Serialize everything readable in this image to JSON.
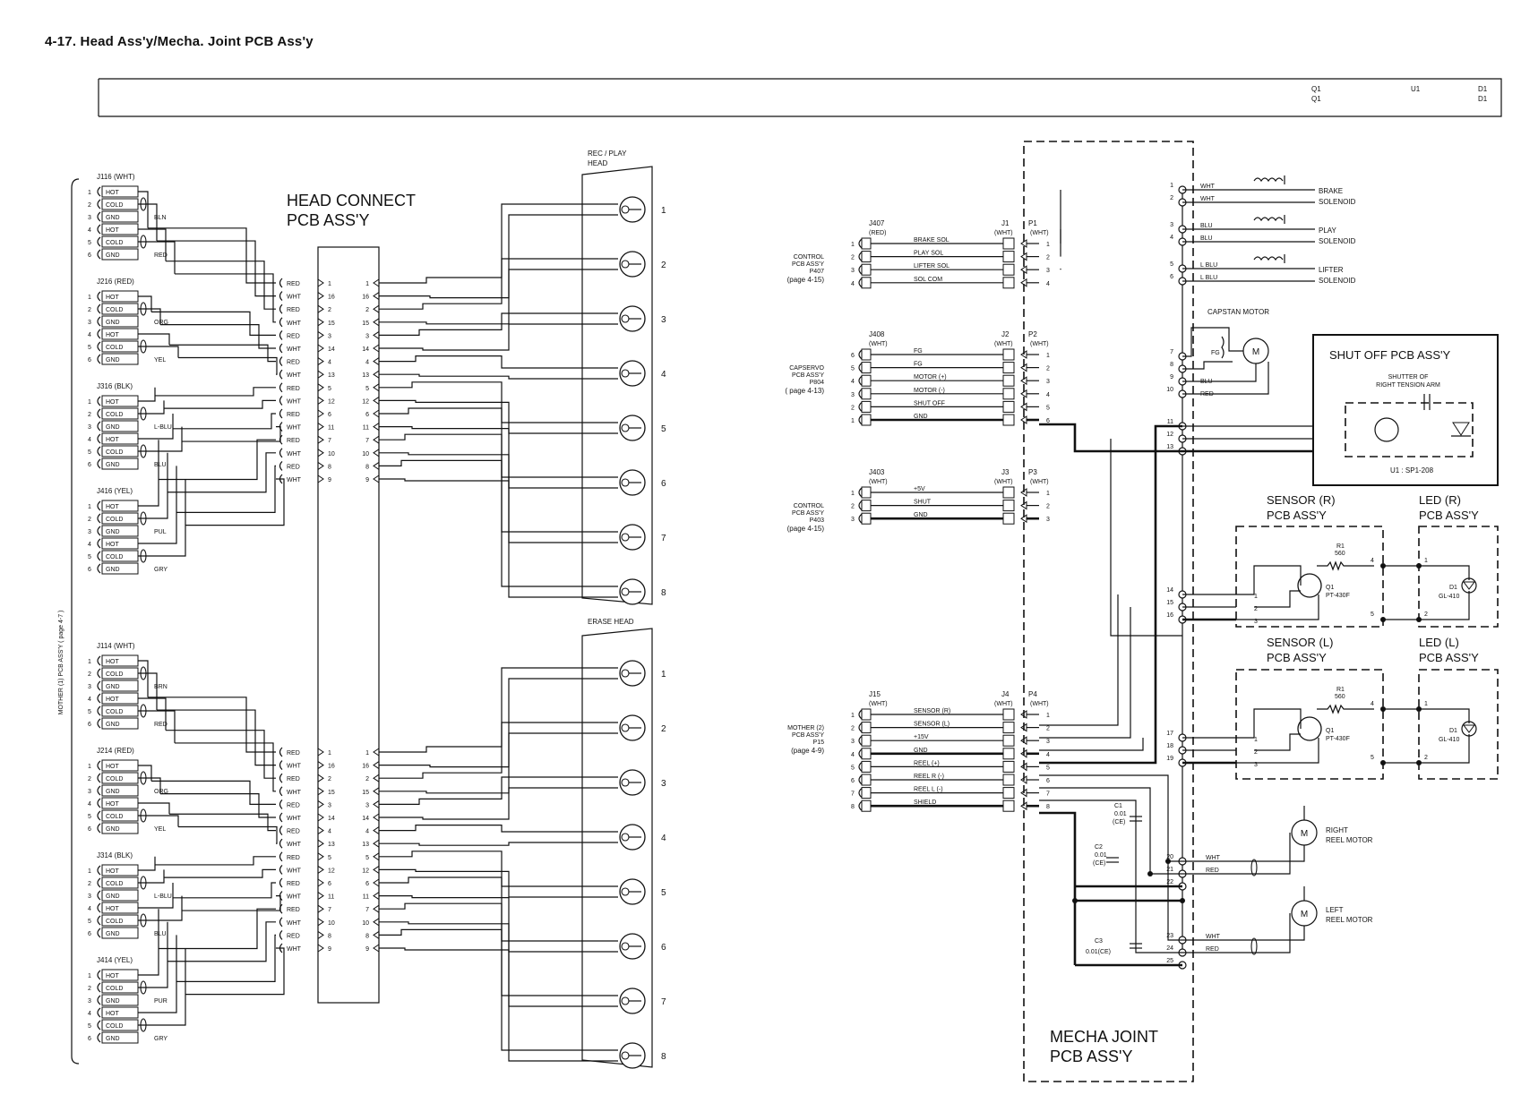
{
  "page_title": "4-17. Head Ass'y/Mecha. Joint PCB Ass'y",
  "legend_bar": {
    "col1": [
      "Q1",
      "Q1"
    ],
    "col2": [
      "U1"
    ],
    "col3": [
      "D1",
      "D1"
    ]
  },
  "left": {
    "board_title": [
      "HEAD CONNECT",
      "PCB ASS'Y"
    ],
    "mother_label": "MOTHER (1) PCB ASS'Y ( page 4-7 )",
    "rec_play_head": [
      "REC / PLAY",
      "HEAD"
    ],
    "erase_head": "ERASE HEAD",
    "head_numbers": [
      "1",
      "2",
      "3",
      "4",
      "5",
      "6",
      "7",
      "8"
    ],
    "top_connectors": [
      {
        "name": "J116 (WHT)",
        "colors": [
          "BLN",
          "RED"
        ]
      },
      {
        "name": "J216 (RED)",
        "colors": [
          "ORG",
          "YEL"
        ]
      },
      {
        "name": "J316 (BLK)",
        "colors": [
          "L-BLU",
          "BLU"
        ]
      },
      {
        "name": "J416 (YEL)",
        "colors": [
          "PUL",
          "GRY"
        ]
      }
    ],
    "bottom_connectors": [
      {
        "name": "J114 (WHT)",
        "colors": [
          "BRN",
          "RED"
        ]
      },
      {
        "name": "J214 (RED)",
        "colors": [
          "ORG",
          "YEL"
        ]
      },
      {
        "name": "J314 (BLK)",
        "colors": [
          "L-BLU",
          "BLU"
        ]
      },
      {
        "name": "J414 (YEL)",
        "colors": [
          "PUR",
          "GRY"
        ]
      }
    ],
    "pin_labels": [
      "HOT",
      "COLD",
      "GND",
      "HOT",
      "COLD",
      "GND"
    ],
    "pin_numbers": [
      "1",
      "2",
      "3",
      "4",
      "5",
      "6"
    ],
    "wire_colors": [
      "RED",
      "WHT",
      "RED",
      "WHT",
      "RED",
      "WHT",
      "RED",
      "WHT",
      "RED",
      "WHT",
      "RED",
      "WHT",
      "RED",
      "WHT",
      "RED",
      "WHT"
    ],
    "connector_pins": [
      "1",
      "16",
      "2",
      "15",
      "3",
      "14",
      "4",
      "13",
      "5",
      "12",
      "6",
      "11",
      "7",
      "10",
      "8",
      "9"
    ]
  },
  "right": {
    "mecha_title": [
      "MECHA JOINT",
      "PCB ASS'Y"
    ],
    "groups": [
      {
        "j": [
          "J407",
          "(RED)"
        ],
        "jj": [
          "J1",
          "(WHT)"
        ],
        "p": [
          "P1",
          "(WHT)"
        ],
        "side": [
          "CONTROL",
          "PCB ASS'Y",
          "P407",
          "(page 4-15)"
        ],
        "pins": [
          "1",
          "2",
          "3",
          "4"
        ],
        "signals": [
          "BRAKE SOL",
          "PLAY SOL",
          "LIFTER SOL",
          "SOL COM"
        ]
      },
      {
        "j": [
          "J408",
          "(WHT)"
        ],
        "jj": [
          "J2",
          "(WHT)"
        ],
        "p": [
          "P2",
          "(WHT)"
        ],
        "side": [
          "CAPSERVO",
          "PCB ASS'Y",
          "P804",
          "( page 4-13)"
        ],
        "pins": [
          "6",
          "5",
          "4",
          "3",
          "2",
          "1"
        ],
        "signals": [
          "FG",
          "FG",
          "MOTOR (+)",
          "MOTOR (-)",
          "SHUT OFF",
          "GND"
        ]
      },
      {
        "j": [
          "J403",
          "(WHT)"
        ],
        "jj": [
          "J3",
          "(WHT)"
        ],
        "p": [
          "P3",
          "(WHT)"
        ],
        "side": [
          "CONTROL",
          "PCB ASS'Y",
          "P403",
          "(page 4-15)"
        ],
        "pins": [
          "1",
          "2",
          "3"
        ],
        "signals": [
          "+5V",
          "SHUT",
          "GND"
        ]
      },
      {
        "j": [
          "J15",
          "(WHT)"
        ],
        "jj": [
          "J4",
          "(WHT)"
        ],
        "p": [
          "P4",
          "(WHT)"
        ],
        "side": [
          "MOTHER (2)",
          "PCB ASS'Y",
          "P15",
          "(page 4-9)"
        ],
        "pins": [
          "1",
          "2",
          "3",
          "4",
          "5",
          "6",
          "7",
          "8"
        ],
        "signals": [
          "SENSOR (R)",
          "SENSOR (L)",
          "+15V",
          "GND",
          "REEL (+)",
          "REEL R (-)",
          "REEL L (-)",
          "SHIELD"
        ]
      }
    ],
    "solenoids": [
      {
        "label": [
          "BRAKE",
          "SOLENOID"
        ],
        "pins": [
          "1",
          "2"
        ],
        "wires": [
          "WHT",
          "WHT"
        ]
      },
      {
        "label": [
          "PLAY",
          "SOLENOID"
        ],
        "pins": [
          "3",
          "4"
        ],
        "wires": [
          "BLU",
          "BLU"
        ]
      },
      {
        "label": [
          "LIFTER",
          "SOLENOID"
        ],
        "pins": [
          "5",
          "6"
        ],
        "wires": [
          "L BLU",
          "L BLU"
        ]
      }
    ],
    "capstan_motor": "CAPSTAN MOTOR",
    "capstan_fg": "FG",
    "motor_symbol": "M",
    "capstan_pins": [
      "7",
      "8",
      "9",
      "10"
    ],
    "capstan_wires": [
      "BLU",
      "RED"
    ],
    "shutoff": {
      "title": "SHUT OFF PCB ASS'Y",
      "shutter": [
        "SHUTTER OF",
        "RIGHT TENSION ARM"
      ],
      "part": "U1 : SP1-208",
      "pins": [
        "11",
        "12",
        "13"
      ]
    },
    "sensor_r": {
      "title": [
        "SENSOR (R)",
        "PCB ASS'Y"
      ],
      "pins": [
        "14",
        "15",
        "16"
      ]
    },
    "sensor_l": {
      "title": [
        "SENSOR (L)",
        "PCB ASS'Y"
      ],
      "pins": [
        "17",
        "18",
        "19"
      ]
    },
    "led_r": {
      "title": [
        "LED (R)",
        "PCB ASS'Y"
      ]
    },
    "led_l": {
      "title": [
        "LED (L)",
        "PCB ASS'Y"
      ]
    },
    "sensor_parts": {
      "r1": "R1",
      "r1_val": "560",
      "q1": "Q1",
      "q1_part": "PT-430F",
      "d1": "D1",
      "d1_part": "GL-410",
      "pin_nums": [
        "1",
        "2",
        "3",
        "4",
        "5"
      ]
    },
    "caps": [
      {
        "name": "C1",
        "value": "0.01",
        "type": "(CE)"
      },
      {
        "name": "C2",
        "value": "0.01",
        "type": "(CE)"
      },
      {
        "name": "C3",
        "value": "0.01(CE)"
      }
    ],
    "right_reel": {
      "label": [
        "RIGHT",
        "REEL MOTOR"
      ],
      "pins": [
        "20",
        "21",
        "22"
      ],
      "wires": [
        "WHT",
        "RED"
      ]
    },
    "left_reel": {
      "label": [
        "LEFT",
        "REEL MOTOR"
      ],
      "pins": [
        "23",
        "24",
        "25"
      ],
      "wires": [
        "WHT",
        "RED"
      ]
    }
  }
}
